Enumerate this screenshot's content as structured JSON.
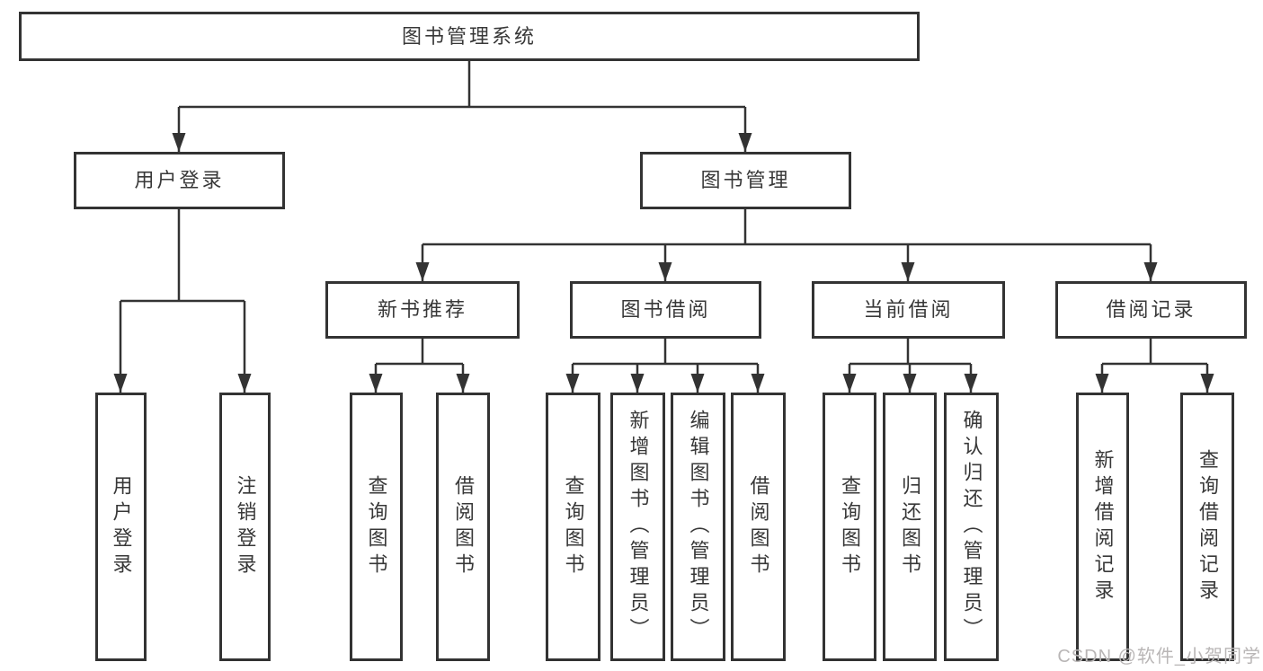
{
  "tree": {
    "root": {
      "label": "图书管理系统"
    },
    "level2": [
      {
        "label": "用户登录",
        "leaves": [
          {
            "label": "用户登录"
          },
          {
            "label": "注销登录"
          }
        ]
      },
      {
        "label": "图书管理",
        "groups": [
          {
            "label": "新书推荐",
            "leaves": [
              {
                "label": "查询图书"
              },
              {
                "label": "借阅图书"
              }
            ]
          },
          {
            "label": "图书借阅",
            "leaves": [
              {
                "label": "查询图书"
              },
              {
                "label": "新增图书（管理员）"
              },
              {
                "label": "编辑图书（管理员）"
              },
              {
                "label": "借阅图书"
              }
            ]
          },
          {
            "label": "当前借阅",
            "leaves": [
              {
                "label": "查询图书"
              },
              {
                "label": "归还图书"
              },
              {
                "label": "确认归还（管理员）"
              }
            ]
          },
          {
            "label": "借阅记录",
            "leaves": [
              {
                "label": "新增借阅记录"
              },
              {
                "label": "查询借阅记录"
              }
            ]
          }
        ]
      }
    ]
  },
  "watermark": {
    "text": "CSDN @软件_小贺同学"
  },
  "colors": {
    "line": "#333333",
    "border": "#333333",
    "text": "#383838",
    "watermark": "#b9b6b6",
    "background": "#ffffff"
  }
}
